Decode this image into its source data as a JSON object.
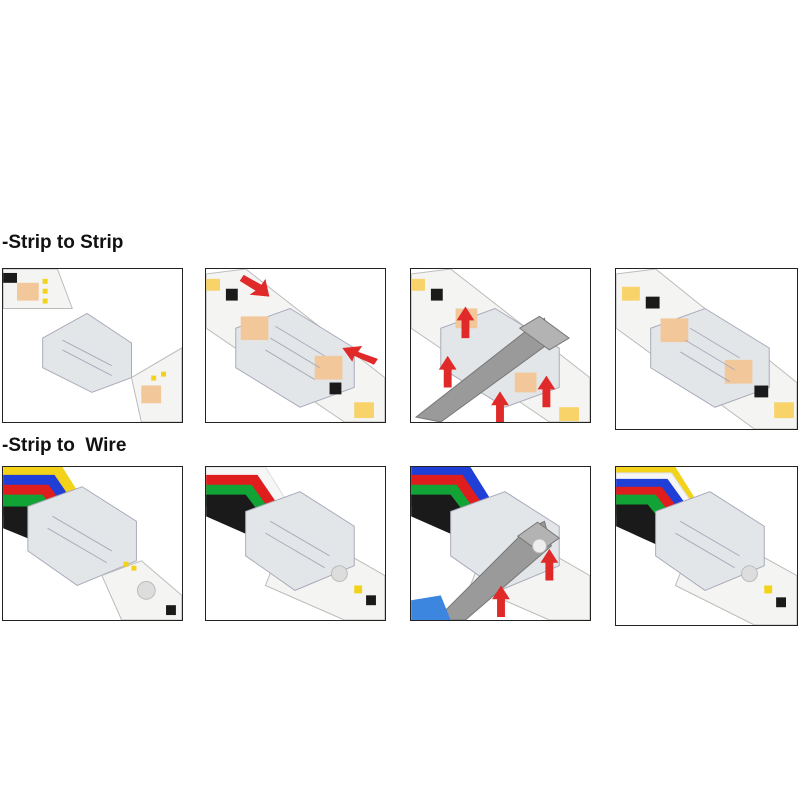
{
  "sections": [
    {
      "title": "-Strip to Strip"
    },
    {
      "title": "-Strip to  Wire"
    }
  ],
  "colors": {
    "arrow": "#e02a2a",
    "strip": "#f4f4f2",
    "led_warm": "#f7d36a",
    "led_chip": "#f2c79a",
    "connector": "#e3e6e8",
    "tool": "#9a9a9a",
    "wire_yellow": "#f3d21a",
    "wire_blue": "#1f3fd6",
    "wire_red": "#e01d1d",
    "wire_green": "#12a336",
    "wire_black": "#1a1a1a",
    "wire_white": "#f6f6f6"
  },
  "steps": [
    {
      "section": 0,
      "step": 1,
      "content": "strip-and-open-connector"
    },
    {
      "section": 0,
      "step": 2,
      "content": "insert-strips-arrows"
    },
    {
      "section": 0,
      "step": 3,
      "content": "press-with-tool-arrows"
    },
    {
      "section": 0,
      "step": 4,
      "content": "connected"
    },
    {
      "section": 1,
      "step": 1,
      "content": "wire-connector-and-strip"
    },
    {
      "section": 1,
      "step": 2,
      "content": "insert-strip"
    },
    {
      "section": 1,
      "step": 3,
      "content": "press-with-tool-arrows"
    },
    {
      "section": 1,
      "step": 4,
      "content": "connected"
    }
  ]
}
